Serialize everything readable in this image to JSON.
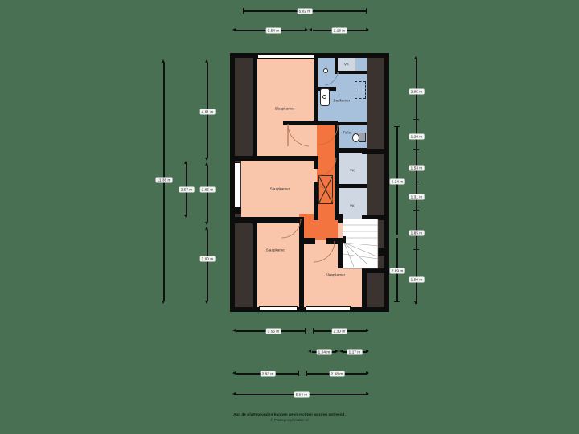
{
  "meta": {
    "title": "Plattegrond verdieping",
    "background_color": "#4a7053",
    "unit": "m"
  },
  "palette": {
    "bedroom": "#f9c5ab",
    "hall": "#f3743f",
    "bathroom": "#a7c0dc",
    "closet": "#cfd8e2",
    "wall": "#0d0d0d",
    "cavity": "#3a3330",
    "label_bg": "#f2f2f2"
  },
  "rooms": [
    {
      "key": "bed_top_left",
      "label": "Slaapkamer"
    },
    {
      "key": "bed_mid_left",
      "label": "Slaapkamer"
    },
    {
      "key": "bed_bottom_left",
      "label": "Slaapkamer"
    },
    {
      "key": "bed_bottom_right",
      "label": "Slaapkamer"
    },
    {
      "key": "bathroom",
      "label": "Badkamer"
    },
    {
      "key": "toilet",
      "label": "Toilet"
    },
    {
      "key": "closet_top",
      "label": "VK"
    },
    {
      "key": "closet_mid_1",
      "label": "VK"
    },
    {
      "key": "closet_mid_2",
      "label": "VK"
    }
  ],
  "dimensions": {
    "top": [
      {
        "label": "5.02 m"
      },
      {
        "label": "3.54 m"
      },
      {
        "label": "2.18 m"
      }
    ],
    "left": [
      {
        "label": "11.36 m"
      },
      {
        "label": "2.57 m"
      },
      {
        "label": "4.61 m"
      },
      {
        "label": "2.65 m"
      },
      {
        "label": "3.90 m"
      }
    ],
    "right": [
      {
        "label": "2.95 m"
      },
      {
        "label": "1.20 m"
      },
      {
        "label": "1.53 m"
      },
      {
        "label": "1.31 m"
      },
      {
        "label": "1.85 m"
      },
      {
        "label": "1.99 m"
      },
      {
        "label": "6.24 m"
      },
      {
        "label": "2.89 m"
      }
    ],
    "bottom": [
      {
        "label": "3.55 m"
      },
      {
        "label": "2.30 m"
      },
      {
        "label": "1.04 m"
      },
      {
        "label": "1.17 m"
      },
      {
        "label": "2.93 m"
      },
      {
        "label": "2.98 m"
      },
      {
        "label": "5.94 m"
      }
    ]
  },
  "footer": {
    "line1": "Aan de plattegronden kunnen geen rechten worden ontleend.",
    "line2": "© Plattegrond-maker.nl"
  }
}
